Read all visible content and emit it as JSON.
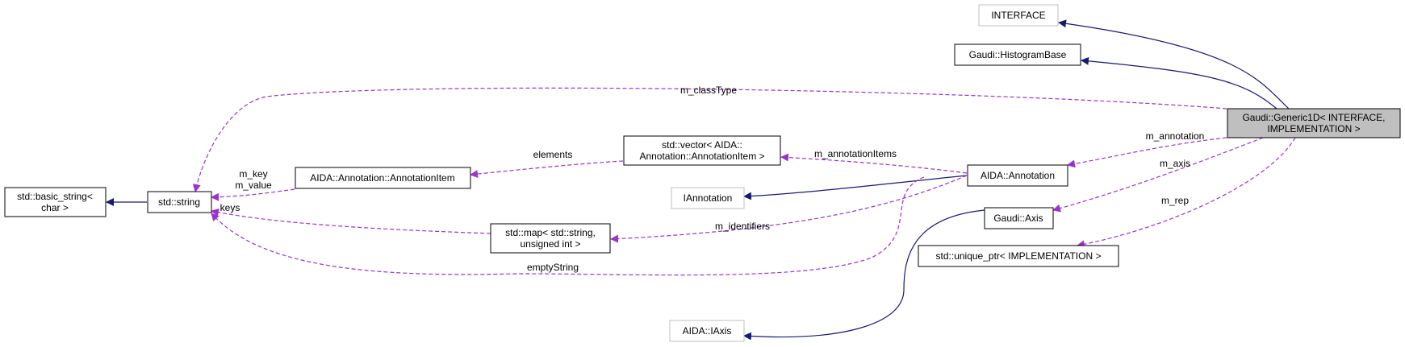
{
  "diagram": {
    "colors": {
      "inheritance_edge": "#191970",
      "usage_edge": "#9a32cd",
      "focus_node_fill": "#bfbfbf",
      "external_node_border": "#bfbfbf"
    },
    "nodes": {
      "interface": [
        "INTERFACE"
      ],
      "histogram_base": [
        "Gaudi::HistogramBase"
      ],
      "generic1d": [
        "Gaudi::Generic1D< INTERFACE,",
        "IMPLEMENTATION >"
      ],
      "basic_string": [
        "std::basic_string<",
        "char >"
      ],
      "std_string": [
        "std::string"
      ],
      "annotation_item": [
        "AIDA::Annotation::AnnotationItem"
      ],
      "vector_items": [
        "std::vector< AIDA::",
        "Annotation::AnnotationItem >"
      ],
      "iannotation": [
        "IAnnotation"
      ],
      "aida_annotation": [
        "AIDA::Annotation"
      ],
      "std_map": [
        "std::map< std::string,",
        "unsigned int >"
      ],
      "gaudi_axis": [
        "Gaudi::Axis"
      ],
      "unique_ptr": [
        "std::unique_ptr< IMPLEMENTATION >"
      ],
      "aida_iaxis": [
        "AIDA::IAxis"
      ]
    },
    "edge_labels": {
      "m_classType": "m_classType",
      "elements": "elements",
      "m_annotationItems": "m_annotationItems",
      "m_annotation": "m_annotation",
      "m_axis": "m_axis",
      "m_rep": "m_rep",
      "m_key": "m_key",
      "m_value": "m_value",
      "keys": "keys",
      "m_identifiers": "m_identifiers",
      "emptyString": "emptyString"
    }
  }
}
